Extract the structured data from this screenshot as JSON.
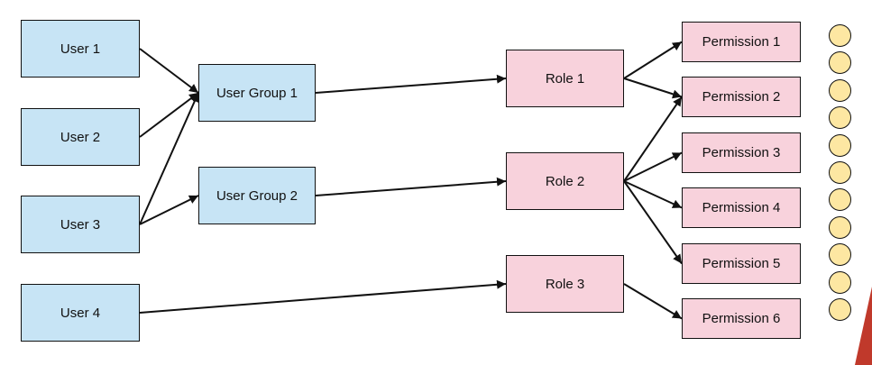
{
  "colors": {
    "user_fill": "#c7e4f5",
    "perm_fill": "#f8d2dc",
    "dot_fill": "#fde7a2",
    "stroke": "#111111",
    "corner_accent": "#c0392b"
  },
  "users": [
    {
      "id": "u1",
      "label": "User 1"
    },
    {
      "id": "u2",
      "label": "User 2"
    },
    {
      "id": "u3",
      "label": "User 3"
    },
    {
      "id": "u4",
      "label": "User 4"
    }
  ],
  "groups": [
    {
      "id": "g1",
      "label": "User Group 1"
    },
    {
      "id": "g2",
      "label": "User Group 2"
    }
  ],
  "roles": [
    {
      "id": "r1",
      "label": "Role 1"
    },
    {
      "id": "r2",
      "label": "Role 2"
    },
    {
      "id": "r3",
      "label": "Role 3"
    }
  ],
  "permissions": [
    {
      "id": "p1",
      "label": "Permission 1"
    },
    {
      "id": "p2",
      "label": "Permission 2"
    },
    {
      "id": "p3",
      "label": "Permission 3"
    },
    {
      "id": "p4",
      "label": "Permission 4"
    },
    {
      "id": "p5",
      "label": "Permission 5"
    },
    {
      "id": "p6",
      "label": "Permission 6"
    }
  ],
  "edges": [
    {
      "from": "u1",
      "to": "g1"
    },
    {
      "from": "u2",
      "to": "g1"
    },
    {
      "from": "u3",
      "to": "g1"
    },
    {
      "from": "u3",
      "to": "g2"
    },
    {
      "from": "u4",
      "to": "r3"
    },
    {
      "from": "g1",
      "to": "r1"
    },
    {
      "from": "g2",
      "to": "r2"
    },
    {
      "from": "r1",
      "to": "p1"
    },
    {
      "from": "r1",
      "to": "p2"
    },
    {
      "from": "r2",
      "to": "p2"
    },
    {
      "from": "r2",
      "to": "p3"
    },
    {
      "from": "r2",
      "to": "p4"
    },
    {
      "from": "r2",
      "to": "p5"
    },
    {
      "from": "r3",
      "to": "p6"
    }
  ],
  "dot_count": 11
}
